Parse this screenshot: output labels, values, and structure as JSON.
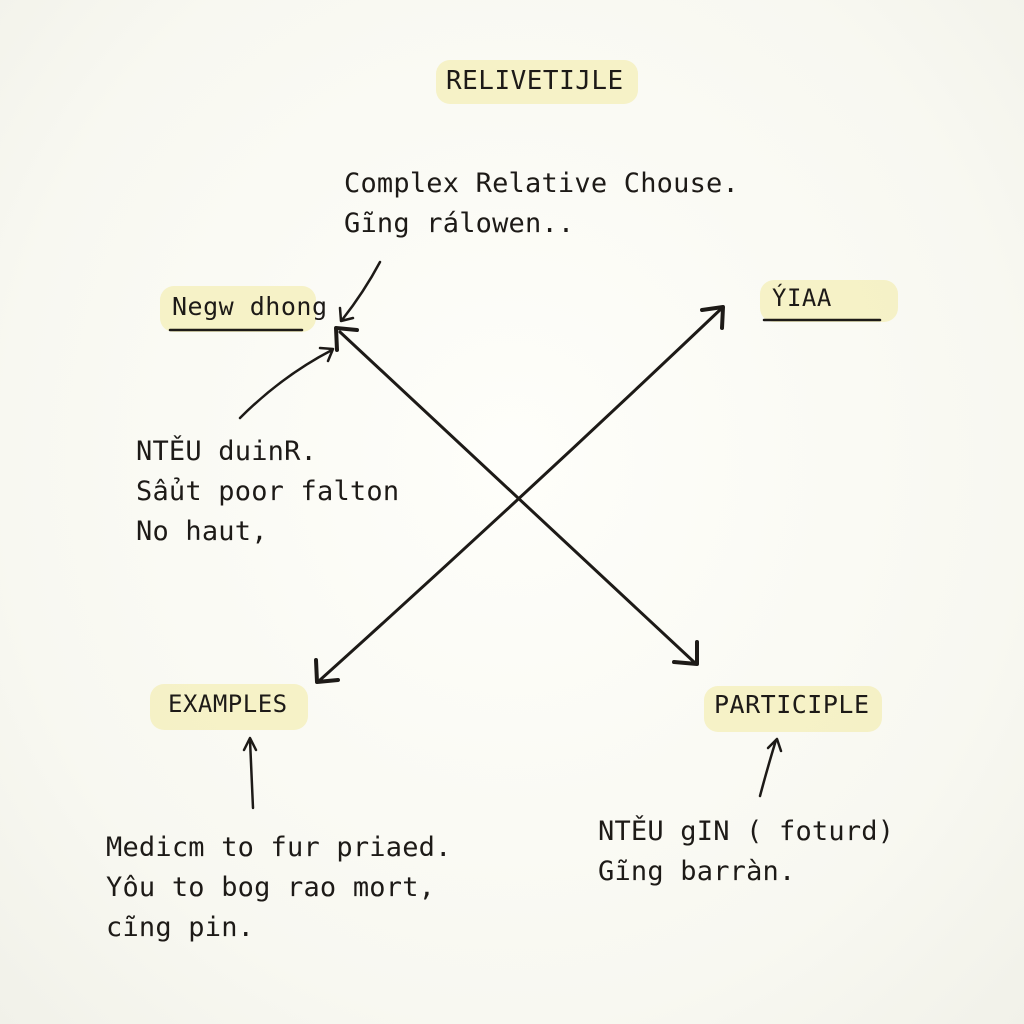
{
  "title": "RELIVETIJLE",
  "nodes": {
    "left": "Negw dhong",
    "right": "ÝIAA",
    "bottom_left": "EXAMPLES",
    "bottom_right": "PARTICIPLE"
  },
  "notes": {
    "top": [
      "Complex Relative Chouse.",
      "Gĩng rálowen.."
    ],
    "left": [
      "NTĚU duinR.",
      "Sẩut poor falton",
      "No haut,"
    ],
    "bottom_left": [
      "Medicm to fur priaed.",
      "Yôu to bog rao mort,",
      "cĩng pin."
    ],
    "bottom_right": [
      "NTĚU gIN ( foturd)",
      "Gĩng barràn."
    ]
  },
  "colors": {
    "ink": "#1d1a17",
    "highlight": "#f5f0be",
    "paper": "#fbfbf6"
  }
}
